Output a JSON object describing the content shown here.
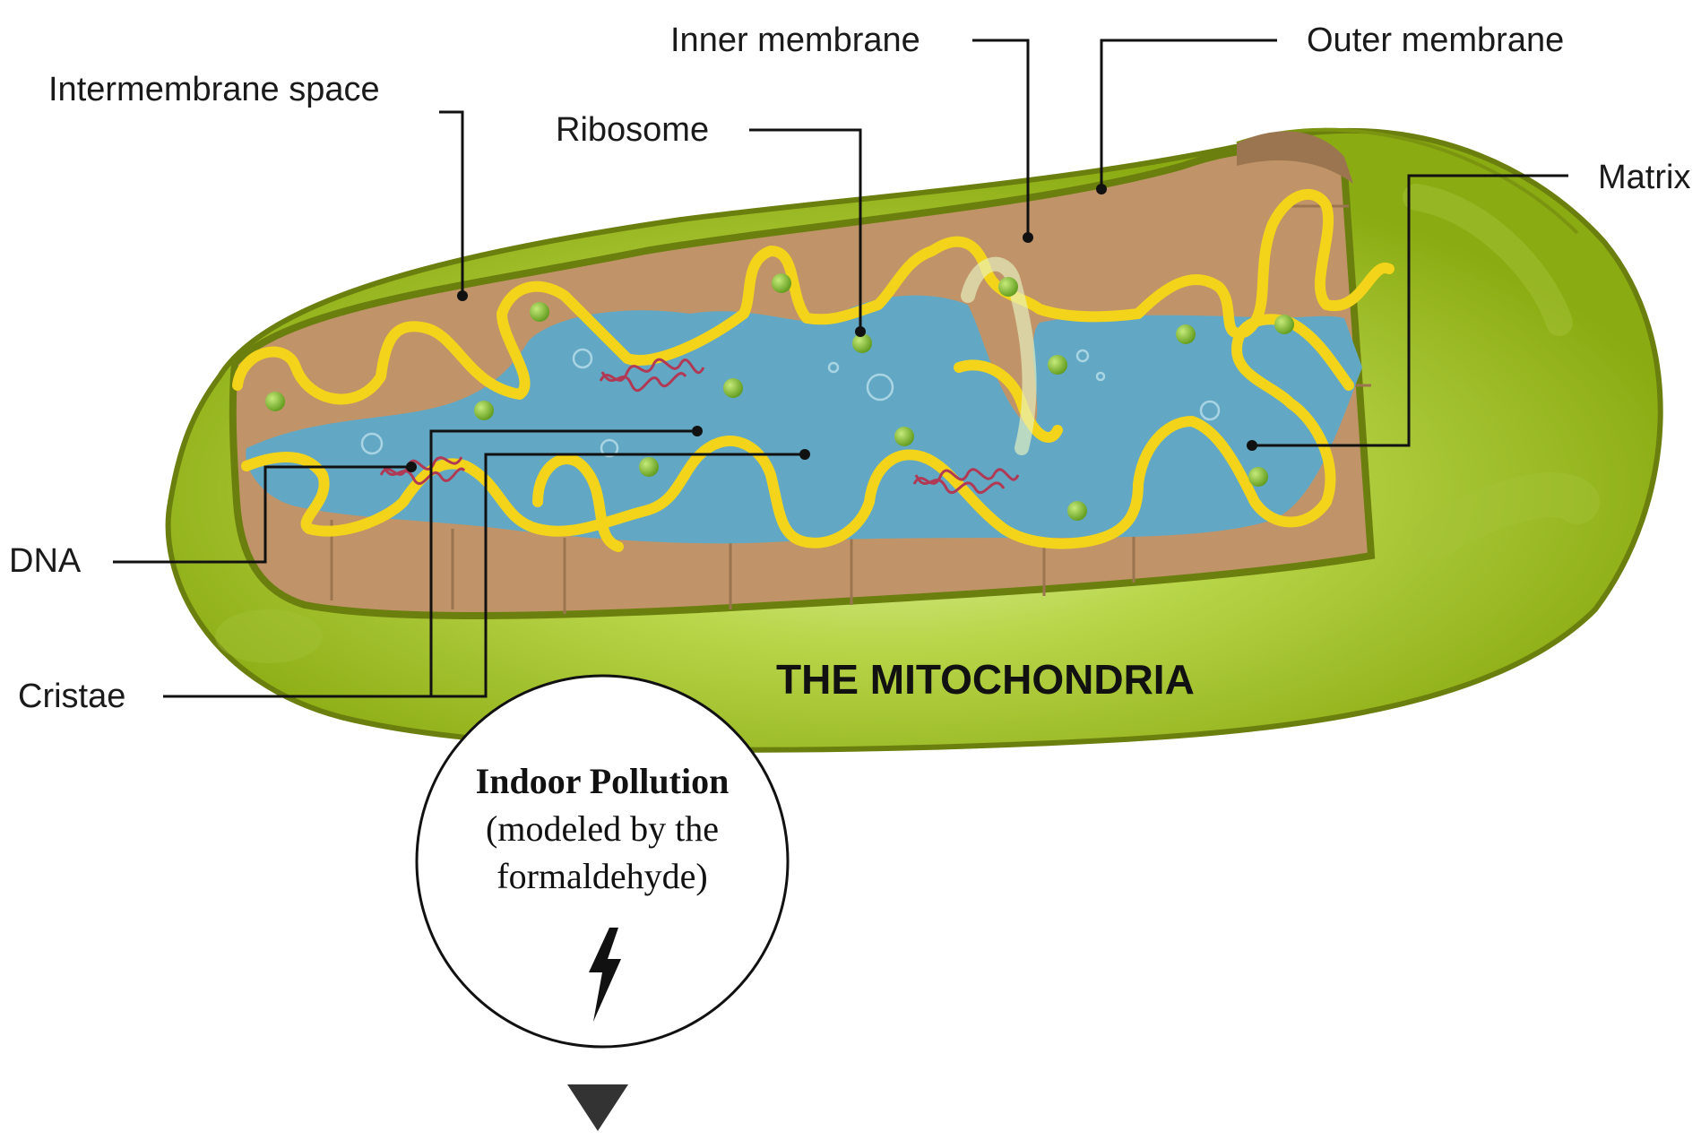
{
  "labels": {
    "intermembrane_space": "Intermembrane space",
    "inner_membrane": "Inner membrane",
    "outer_membrane": "Outer membrane",
    "ribosome": "Ribosome",
    "matrix": "Matrix",
    "dna": "DNA",
    "cristae": "Cristae"
  },
  "title": "THE MITOCHONDRIA",
  "pollution_callout": {
    "heading": "Indoor Pollution",
    "line1": "(modeled by the",
    "line2": "formaldehyde)",
    "icon": "lightning-bolt-icon"
  },
  "arrow_icon": "down-triangle-icon",
  "colors": {
    "outer_green": "#8bab12",
    "outer_edge": "#6b7f0e",
    "intermembrane": "#c09468",
    "matrix_blue": "#62a8c4",
    "inner_membrane_yellow": "#f3d41a",
    "ribosome_green": "#79b52a",
    "dna_red": "#b03a55"
  }
}
